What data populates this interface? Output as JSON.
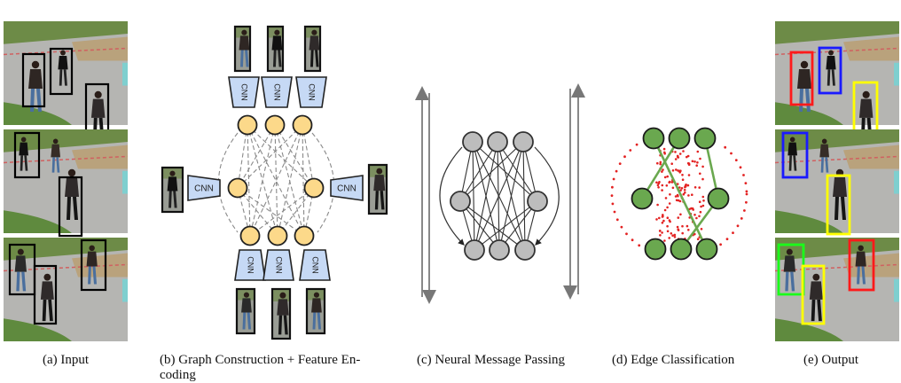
{
  "figure": {
    "panels": [
      {
        "id": "a",
        "caption": "(a) Input"
      },
      {
        "id": "b",
        "caption_line1": "(b) Graph Construction + Feature En-",
        "caption_line2": "coding"
      },
      {
        "id": "c",
        "caption": "(c) Neural Message Passing"
      },
      {
        "id": "d",
        "caption": "(d) Edge Classification"
      },
      {
        "id": "e",
        "caption": "(e) Output"
      }
    ],
    "cnn_label": "CNN",
    "colors": {
      "node_feature": "#fcd98a",
      "node_mp": "#bdbdbd",
      "node_class": "#6aa84f",
      "edge_active": "#6aa84f",
      "edge_pruned": "#e32222",
      "cnn_fill": "#c6d9f5",
      "box_input": "#000000",
      "track_red": "#ff1a1a",
      "track_blue": "#1a1aff",
      "track_yellow": "#ffff00",
      "track_green": "#1aff1a",
      "grass": "#6f8f4a",
      "road": "#b8b8b8"
    },
    "output_frames": [
      {
        "tracks": [
          "red",
          "blue",
          "yellow"
        ]
      },
      {
        "tracks": [
          "blue",
          "yellow"
        ]
      },
      {
        "tracks": [
          "green",
          "yellow",
          "red"
        ]
      }
    ]
  }
}
